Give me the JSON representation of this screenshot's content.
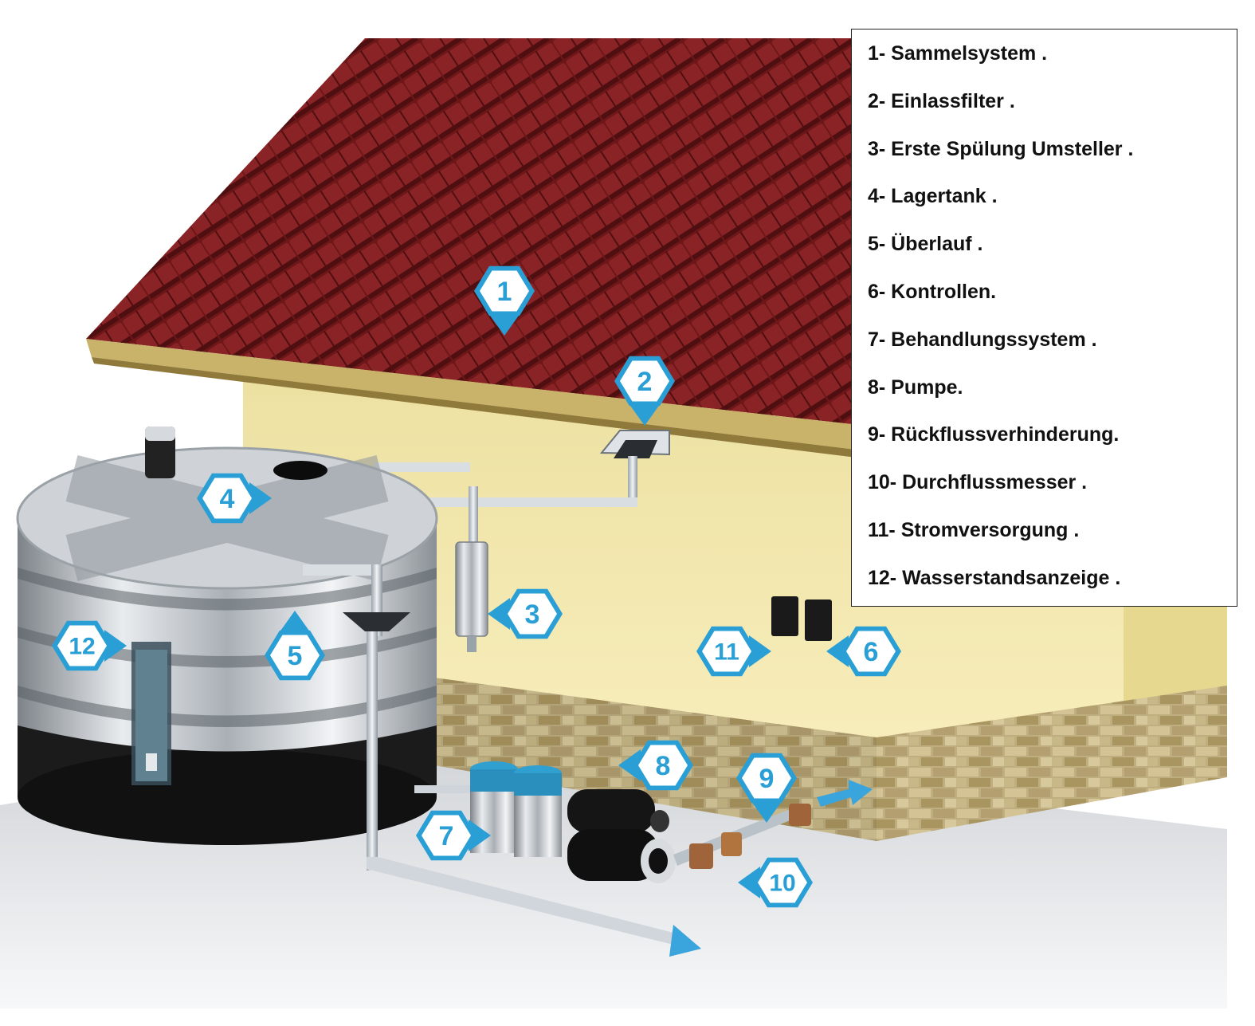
{
  "legend": {
    "items": [
      "1- Sammelsystem .",
      "2- Einlassfilter .",
      "3- Erste Spülung Umsteller .",
      "4- Lagertank .",
      "5- Überlauf .",
      "6- Kontrollen.",
      "7- Behandlungssystem .",
      "8- Pumpe.",
      "9- Rückflussverhinderung.",
      "10- Durchflussmesser .",
      "11- Stromversorgung .",
      "12- Wasserstandsanzeige ."
    ]
  },
  "markers": [
    "1",
    "2",
    "3",
    "4",
    "5",
    "6",
    "7",
    "8",
    "9",
    "10",
    "11",
    "12"
  ],
  "colors": {
    "roof": "#7a1a1c",
    "wall": "#f5e9a8",
    "brick": "#c9b88a",
    "badge": "#2a9fd6",
    "tank_steel": "#c9cdd2",
    "tank_base": "#1b1b1b"
  }
}
